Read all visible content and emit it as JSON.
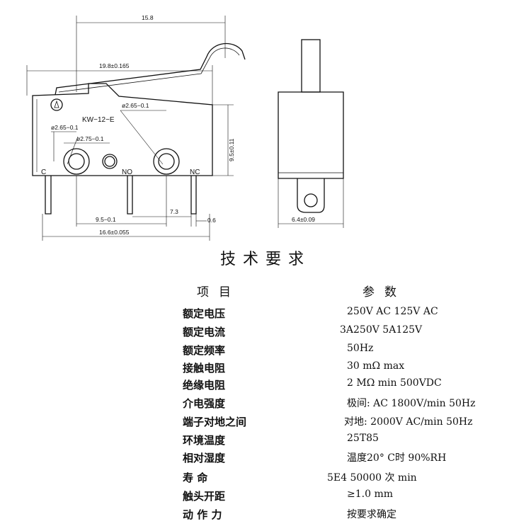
{
  "drawing": {
    "dims": {
      "overall_top": "15.8",
      "body_width": "19.8±0.165",
      "pin_hole": "ø2.65−0.1",
      "model": "KW−12−E",
      "left_hole": "ø2.65−0.1",
      "center_hole": "ø2.75−0.1",
      "height": "9.5±0.11",
      "pin_spacing": "9.5−0.1",
      "no_nc_spacing": "7.3",
      "pin_thickness": "0.6",
      "base_width": "16.6±0.055",
      "side_width": "6.4±0.09"
    },
    "terminals": {
      "c": "C",
      "no": "NO",
      "nc": "NC"
    }
  },
  "title": "技术要求",
  "table": {
    "header_item": "项目",
    "header_param": "参数",
    "rows": [
      {
        "name": "额定电压",
        "value": "250V  AC   125V AC"
      },
      {
        "name": "额定电流",
        "value": "3A250V   5A125V"
      },
      {
        "name": "额定频率",
        "value": "50Hz"
      },
      {
        "name": "接触电阻",
        "value": "30 mΩ  max"
      },
      {
        "name": "绝缘电阻",
        "value": "2 MΩ  min 500VDC"
      },
      {
        "name": "介电强度",
        "value": "极间: AC 1800V/min 50Hz"
      },
      {
        "name": "端子对地之间",
        "value": "对地:  2000V AC/min 50Hz"
      },
      {
        "name": "环境温度",
        "value": "25T85"
      },
      {
        "name": "相对湿度",
        "value": "温度20° C时 90%RH"
      },
      {
        "name": "寿    命",
        "value": "5E4   50000 次 min"
      },
      {
        "name": "触头开距",
        "value": "≥1.0 mm"
      },
      {
        "name": "动 作 力",
        "value": "按要求确定"
      }
    ]
  }
}
